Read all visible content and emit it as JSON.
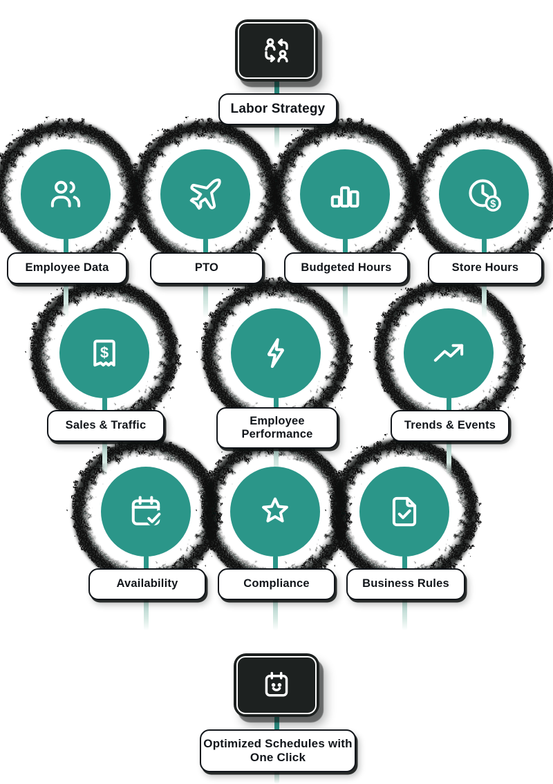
{
  "diagram": {
    "top_node": {
      "label": "Labor Strategy",
      "icon": "people-swap-icon"
    },
    "inputs_row_1": [
      {
        "label": "Employee Data",
        "icon": "users-icon"
      },
      {
        "label": "PTO",
        "icon": "airplane-icon"
      },
      {
        "label": "Budgeted Hours",
        "icon": "bar-chart-icon"
      },
      {
        "label": "Store Hours",
        "icon": "clock-dollar-icon"
      }
    ],
    "inputs_row_2": [
      {
        "label": "Sales & Traffic",
        "icon": "receipt-dollar-icon"
      },
      {
        "label": "Employee Performance",
        "icon": "lightning-icon"
      },
      {
        "label": "Trends & Events",
        "icon": "trend-up-icon"
      }
    ],
    "inputs_row_3": [
      {
        "label": "Availability",
        "icon": "calendar-check-icon"
      },
      {
        "label": "Compliance",
        "icon": "star-icon"
      },
      {
        "label": "Business Rules",
        "icon": "document-check-icon"
      }
    ],
    "bottom_node": {
      "label": "Optimized Schedules with One Click",
      "icon": "calendar-smile-icon"
    },
    "colors": {
      "teal": "#2B9689",
      "dark_node": "#1D2120",
      "halo": "#0B0E0D",
      "pale_connector": "#CBE2DC",
      "label_background": "#FFFFFF",
      "label_text": "#11151A"
    }
  }
}
